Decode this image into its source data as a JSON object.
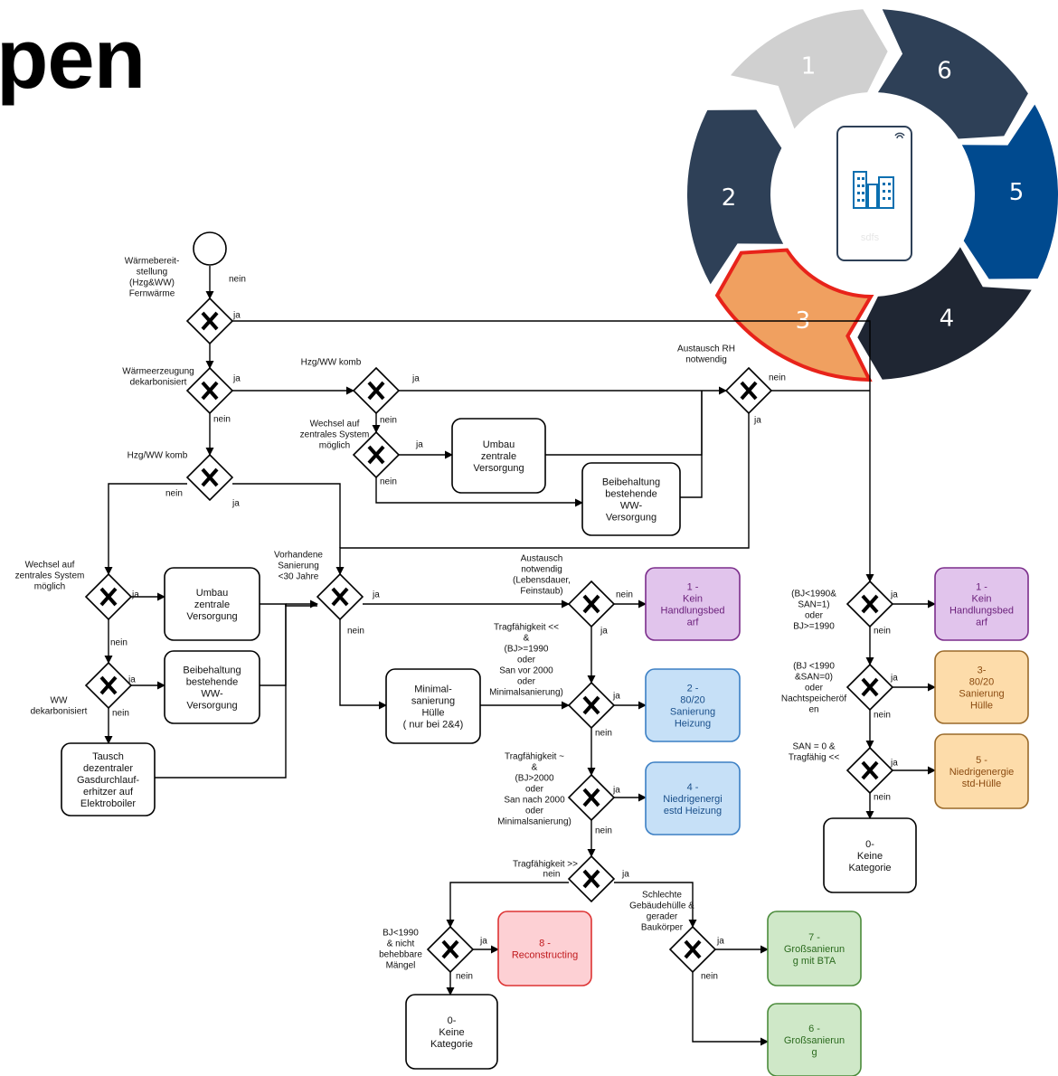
{
  "title": "pen",
  "ring": {
    "segments": [
      {
        "label": "1",
        "color": "#d0d0d0"
      },
      {
        "label": "6",
        "color": "#2e4057"
      },
      {
        "label": "5",
        "color": "#004a8f"
      },
      {
        "label": "4",
        "color": "#1f2633"
      },
      {
        "label": "3",
        "color": "#f0a060"
      },
      {
        "label": "2",
        "color": "#2e4057"
      }
    ],
    "highlight_color": "#e8231a",
    "center_label": "sdfs"
  },
  "flow": {
    "start_label": "Wärmebereit-\nstellung\n(Hzg&WW)\nFernwärme",
    "g1_label": "Wärmeerzeugung\ndekarbonisiert",
    "g_hzgww_top": "Hzg/WW komb",
    "g_wechsel_top": "Wechsel auf\nzentrales System\nmöglich",
    "umbau_top": "Umbau\nzentrale\nVersorgung",
    "beibehaltung_top": "Beibehaltung\nbestehende\nWW-\nVersorgung",
    "austausch_rh": "Austausch RH\nnotwendig",
    "hzgww_left": "Hzg/WW komb",
    "wechsel_left": "Wechsel auf\nzentrales System\nmöglich",
    "umbau_left": "Umbau\nzentrale\nVersorgung",
    "ww_dekarb": "WW\ndekarbonisiert",
    "beibehaltung_left": "Beibehaltung\nbestehende\nWW-\nVersorgung",
    "tausch": "Tausch\ndezentraler\nGasdurchlauf-\nerhitzer auf\nElektroboiler",
    "vorhandene": "Vorhandene\nSanierung\n<30 Jahre",
    "minimal": "Minimal-\nsanierung\nHülle\n( nur bei 2&4)",
    "austausch_notw": "Austausch\nnotwendig\n(Lebensdauer,\nFeinstaub)",
    "trag1": "Tragfähigkeit <<\n&\n(BJ>=1990\noder\nSan vor 2000\noder\nMinimalsanierung)",
    "trag2": "Tragfähigkeit ~\n&\n(BJ>2000\noder\nSan nach 2000\noder\nMinimalsanierung)",
    "trag3": "Tragfähigkeit >>",
    "bj1990": "BJ<1990\n& nicht\nbehebbare\nMängel",
    "schlecht": "Schlechte\nGebäudehülle &\ngerader\nBaukörper",
    "right_c1": "(BJ<1990&\nSAN=1)\noder\nBJ>=1990",
    "right_c2": "(BJ <1990\n&SAN=0)\noder\nNachtspeicheröf\nen",
    "right_c3": "SAN = 0 &\nTragfähig <<",
    "res_kein_1": "1 -\nKein\nHandlungsbed\narf",
    "res_8020_heiz": "2 -\n80/20\nSanierung\nHeizung",
    "res_niedrig_heiz": "4 -\nNiedrigenergi\nestd Heizung",
    "res_recon": "8 -\nReconstructing",
    "res_keine_bottom": "0-\nKeine\nKategorie",
    "res_gross_bta": "7 -\nGroßsanierun\ng mit BTA",
    "res_gross": "6 -\nGroßsanierun\ng",
    "res_kein_right": "1 -\nKein\nHandlungsbed\narf",
    "res_8020_huelle": "3-\n80/20\nSanierung\nHülle",
    "res_niedrig_huelle": "5 -\nNiedrigenergie\nstd-Hülle",
    "res_keine_right": "0-\nKeine\nKategorie",
    "ja": "ja",
    "nein": "nein"
  },
  "colors": {
    "purple_fill": "#e1c4ec",
    "purple_stroke": "#7b2d8b",
    "purple_text": "#6a1f7a",
    "blue_fill": "#c6e0f7",
    "blue_stroke": "#3b7fc4",
    "blue_text": "#1a4f8a",
    "red_fill": "#fdd0d4",
    "red_stroke": "#d33",
    "red_text": "#c0181c",
    "green_fill": "#cfe8c8",
    "green_stroke": "#4b8b3b",
    "green_text": "#2b6a1e",
    "orange_fill": "#fddcaa",
    "orange_stroke": "#9a6a2a",
    "orange_text": "#8a4a10"
  }
}
